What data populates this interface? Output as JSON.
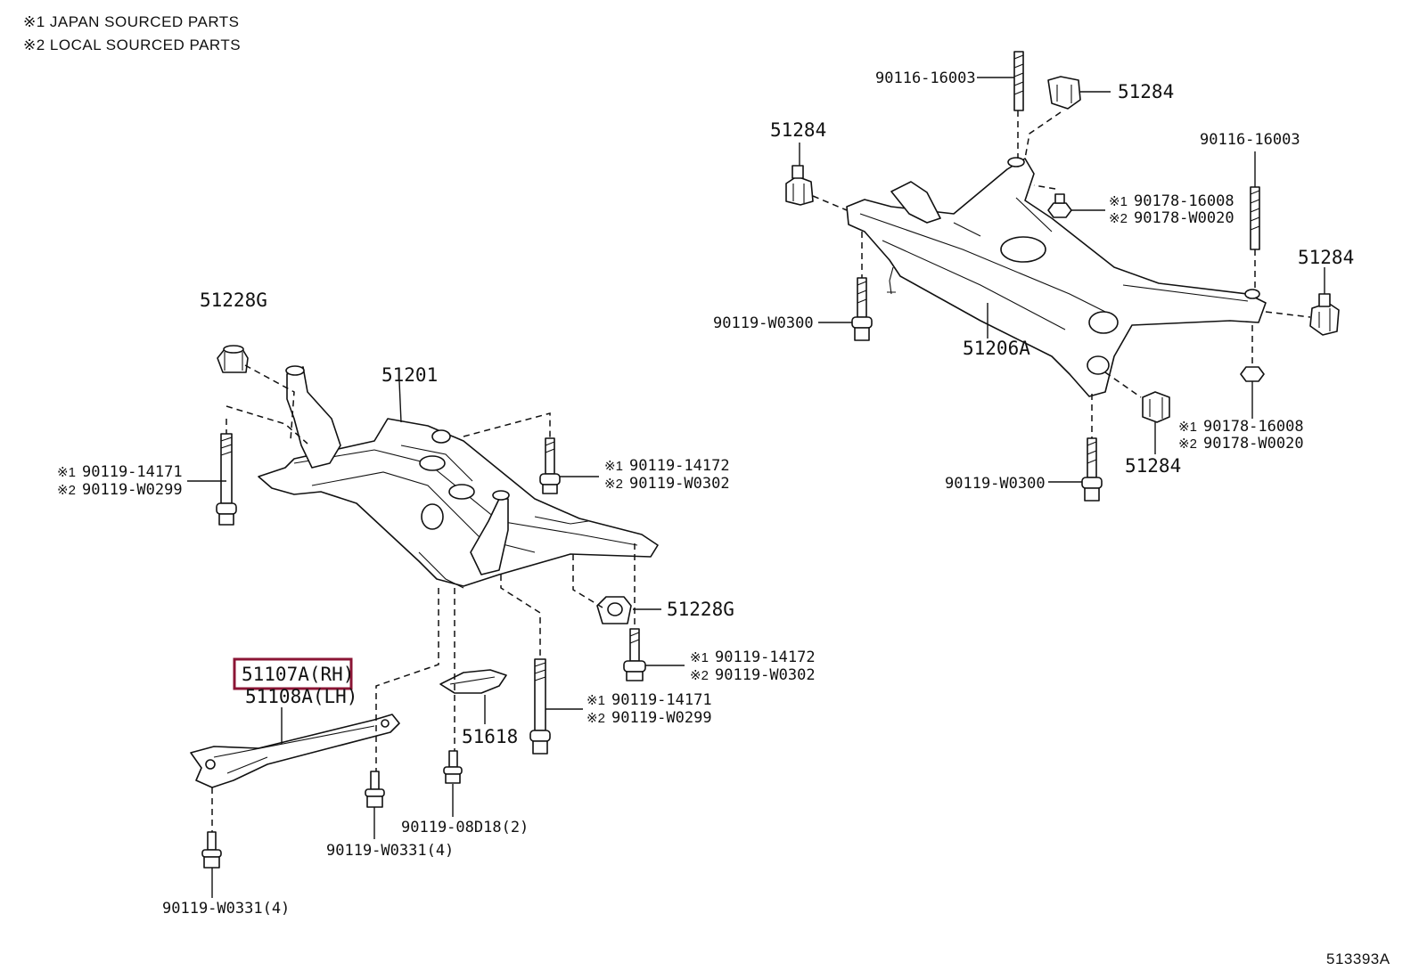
{
  "legend": {
    "line1": "※1  JAPAN SOURCED PARTS",
    "line2": "※2  LOCAL SOURCED PARTS"
  },
  "labels": {
    "p51228g_top": "51228G",
    "p51201": "51201",
    "bolt_left_1": "90119-14171",
    "bolt_left_2": "90119-W0299",
    "bolt_mid_1": "90119-14172",
    "bolt_mid_2": "90119-W0302",
    "p51228g_bottom": "51228G",
    "bolt_low_1": "90119-14172",
    "bolt_low_2": "90119-W0302",
    "bolt_rear_1": "90119-14171",
    "bolt_rear_2": "90119-W0299",
    "p51107a": "51107A(RH)",
    "p51108a": "51108A(LH)",
    "p51618": "51618",
    "bolt_08d18": "90119-08D18(2)",
    "bolt_w0331_a": "90119-W0331(4)",
    "bolt_w0331_b": "90119-W0331(4)",
    "stud_top": "90116-16003",
    "mount_top": "51284",
    "mount_left": "51284",
    "stud_right": "90116-16003",
    "nut_upper_1": "90178-16008",
    "nut_upper_2": "90178-W0020",
    "mount_right": "51284",
    "bolt_w0300_a": "90119-W0300",
    "p51206a": "51206A",
    "nut_lower_1": "90178-16008",
    "nut_lower_2": "90178-W0020",
    "mount_bottom": "51284",
    "bolt_w0300_b": "90119-W0300",
    "mark1": "※1",
    "mark2": "※2",
    "diagram_id": "513393A"
  },
  "colors": {
    "highlight": "#8b1535",
    "line": "#111111",
    "background": "#ffffff"
  }
}
